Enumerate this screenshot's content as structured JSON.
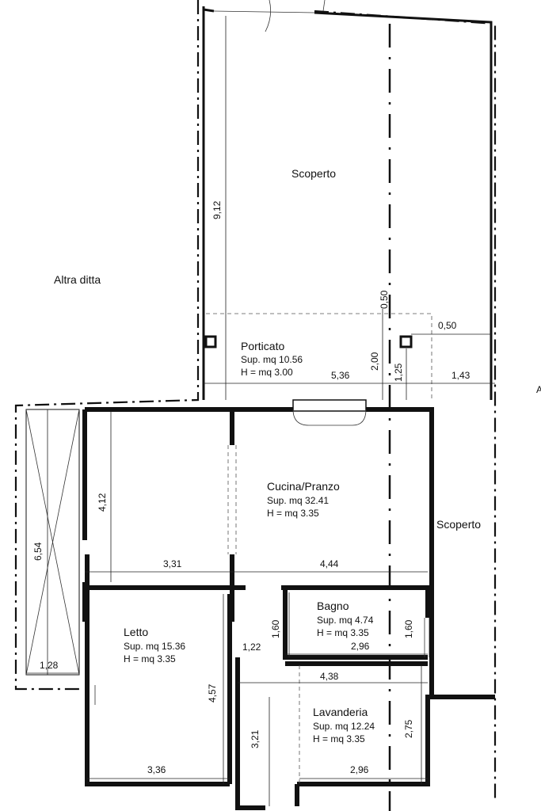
{
  "rooms": {
    "scoperto_top": {
      "name": "Scoperto"
    },
    "altra_ditta": {
      "name": "Altra ditta"
    },
    "porticato": {
      "name": "Porticato",
      "area": "Sup. mq 10.56",
      "height": "H = mq 3.00"
    },
    "cucina": {
      "name": "Cucina/Pranzo",
      "area": "Sup. mq 32.41",
      "height": "H = mq 3.35"
    },
    "scoperto_right": {
      "name": "Scoperto"
    },
    "bagno": {
      "name": "Bagno",
      "area": "Sup. mq 4.74",
      "height": "H = mq 3.35"
    },
    "letto": {
      "name": "Letto",
      "area": "Sup. mq 15.36",
      "height": "H = mq 3.35"
    },
    "lavanderia": {
      "name": "Lavanderia",
      "area": "Sup. mq 12.24",
      "height": "H = mq 3.35"
    }
  },
  "dimensions": {
    "d_9_12": "9,12",
    "d_0_50_v": "0,50",
    "d_0_50_h": "0,50",
    "d_2_00": "2,00",
    "d_1_25": "1,25",
    "d_1_43": "1,43",
    "d_5_36": "5,36",
    "d_6_54": "6,54",
    "d_4_12": "4,12",
    "d_1_28": "1,28",
    "d_3_31": "3,31",
    "d_4_44": "4,44",
    "d_1_60_left": "1,60",
    "d_1_60_right": "1,60",
    "d_2_96_top": "2,96",
    "d_1_22": "1,22",
    "d_4_38": "4,38",
    "d_4_57": "4,57",
    "d_3_21": "3,21",
    "d_2_75": "2,75",
    "d_3_36": "3,36",
    "d_2_96_bottom": "2,96"
  },
  "edge_text": "A"
}
